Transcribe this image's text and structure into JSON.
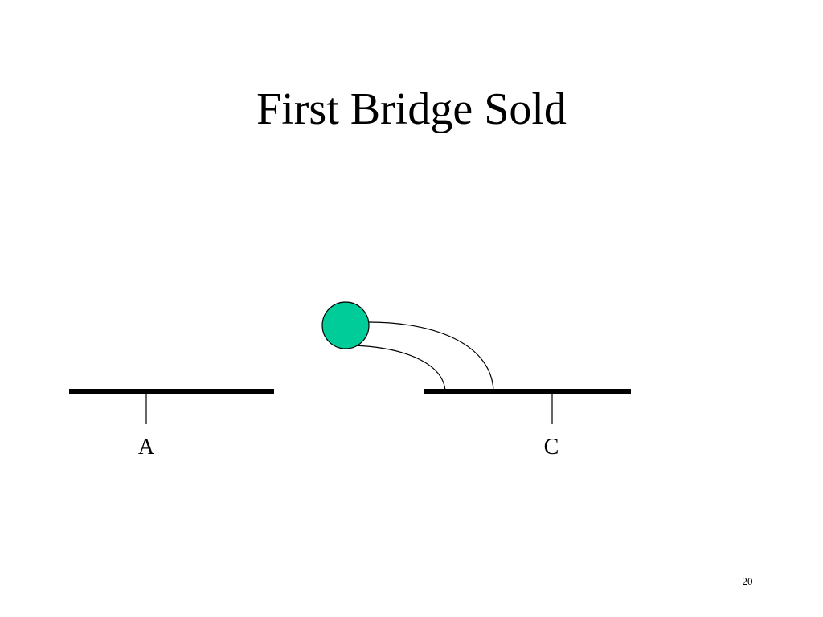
{
  "slide": {
    "title": "First Bridge Sold",
    "page_number": "20"
  },
  "diagram": {
    "segments": [
      {
        "label": "A"
      },
      {
        "label": "C"
      }
    ],
    "bridge_color": "#00cc99"
  }
}
